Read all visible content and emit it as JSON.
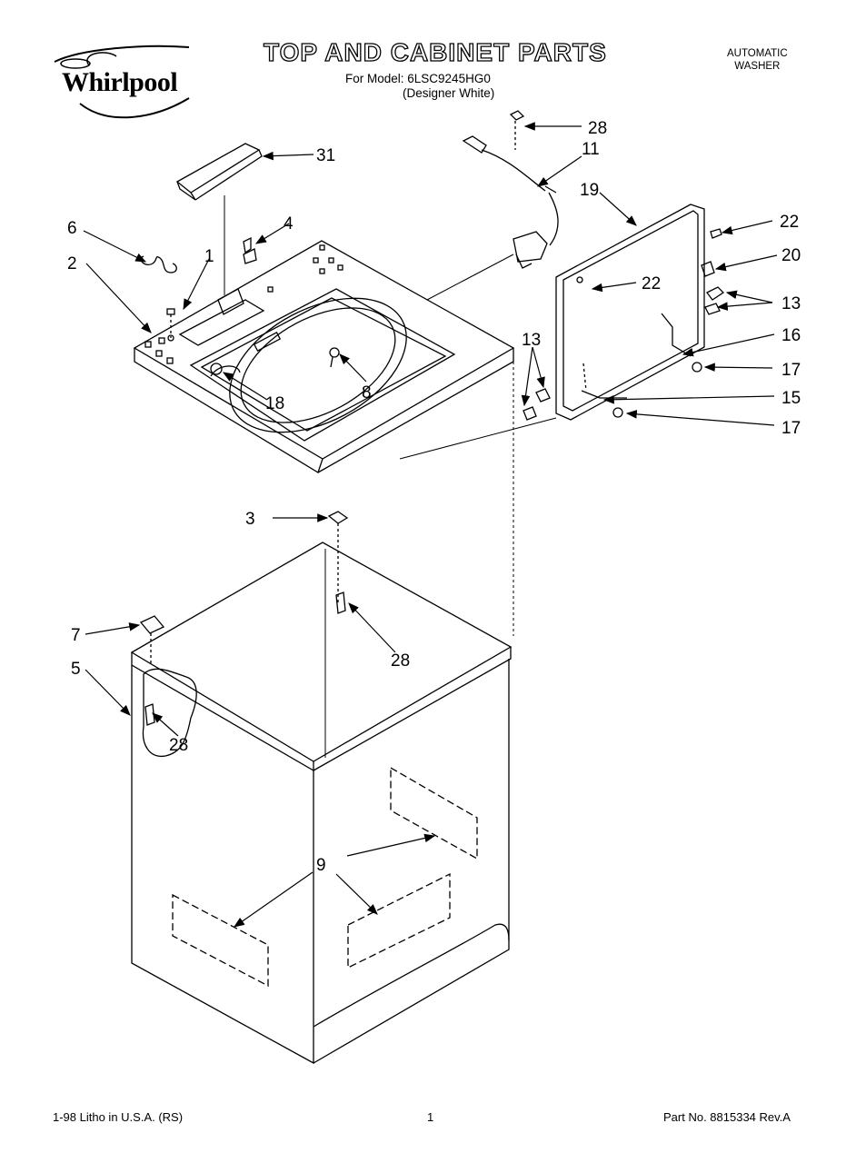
{
  "header": {
    "brand": "Whirlpool",
    "title": "TOP AND CABINET PARTS",
    "model_line": "For Model: 6LSC9245HG0",
    "model_color": "(Designer White)",
    "appliance_type_line1": "AUTOMATIC",
    "appliance_type_line2": "WASHER"
  },
  "footer": {
    "print_info": "1-98 Litho in U.S.A. (RS)",
    "page_number": "1",
    "part_number": "Part No. 8815334 Rev.A"
  },
  "callouts": [
    "28",
    "11",
    "31",
    "19",
    "22",
    "6",
    "4",
    "1",
    "2",
    "20",
    "22",
    "13",
    "16",
    "13",
    "17",
    "8",
    "18",
    "15",
    "17",
    "3",
    "28",
    "7",
    "5",
    "28",
    "9"
  ],
  "colors": {
    "ink": "#000000",
    "paper": "#ffffff"
  }
}
